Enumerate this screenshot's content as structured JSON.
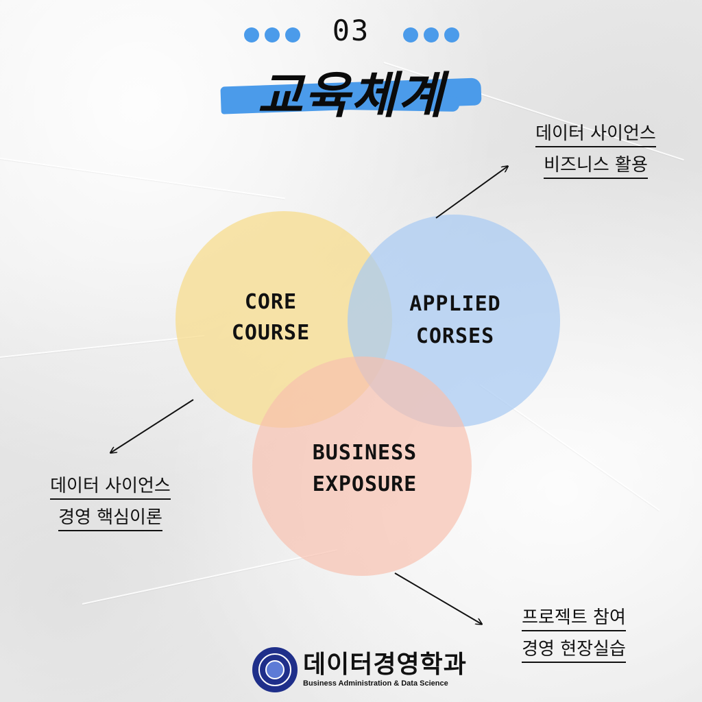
{
  "header": {
    "section_number": "03",
    "title": "교육체계"
  },
  "colors": {
    "accent": "#4b9bea",
    "core_circle": "#f7dc8e",
    "applied_circle": "#a9cbf2",
    "business_circle": "#f8bfae"
  },
  "diagram": {
    "circles": [
      {
        "id": "core",
        "line1": "CORE",
        "line2": "COURSE"
      },
      {
        "id": "applied",
        "line1": "APPLIED",
        "line2": "CORSES"
      },
      {
        "id": "business",
        "line1": "BUSINESS",
        "line2": "EXPOSURE"
      }
    ],
    "notes": {
      "applied": {
        "line1": "데이터 사이언스",
        "line2": "비즈니스 활용"
      },
      "core": {
        "line1": "데이터 사이언스",
        "line2": "경영 핵심이론"
      },
      "business": {
        "line1": "프로젝트 참여",
        "line2": "경영 현장실습"
      }
    }
  },
  "footer": {
    "brand_name": "데이터경영학과",
    "brand_subtitle": "Business Administration & Data Science",
    "seal_icon": "university-seal-icon"
  }
}
